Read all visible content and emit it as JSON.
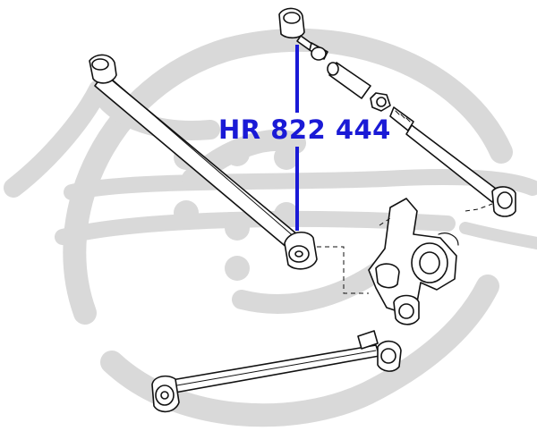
{
  "part_label": {
    "text": "HR 822 444"
  },
  "colors": {
    "label": "#1a1ad6",
    "pointer": "#1a1ad6",
    "line_art": "#111111",
    "watermark": "#d9d9d9"
  },
  "watermark": {
    "kind": "logo",
    "semantic": "brand-logo-watermark"
  }
}
